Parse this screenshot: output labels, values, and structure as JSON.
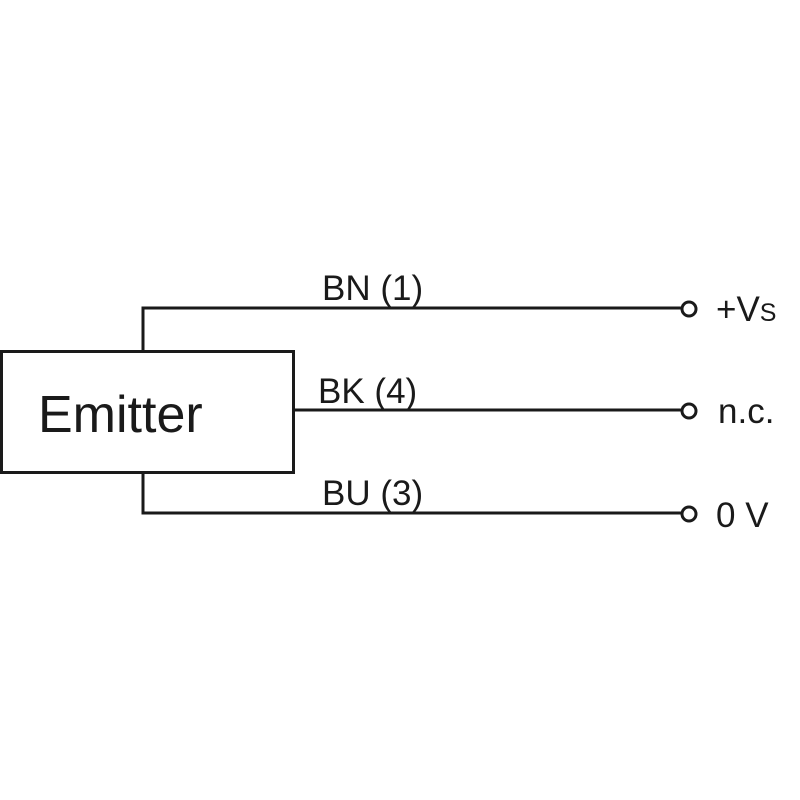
{
  "block": {
    "label": "Emitter"
  },
  "wires": [
    {
      "label": "BN (1)",
      "terminal": "+V",
      "terminal_sub": "S"
    },
    {
      "label": "BK (4)",
      "terminal": "n.c."
    },
    {
      "label": "BU (3)",
      "terminal": "0 V"
    }
  ],
  "colors": {
    "line": "#1a1a1a",
    "background": "#ffffff"
  }
}
